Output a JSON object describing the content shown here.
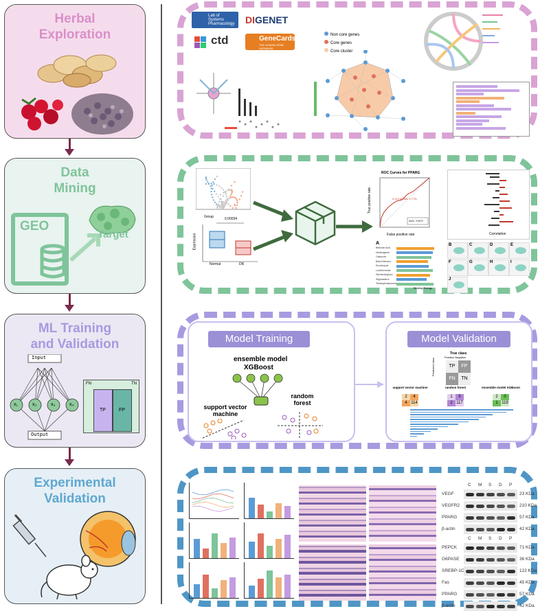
{
  "steps": {
    "herbal": {
      "line1": "Herbal",
      "line2": "Exploration"
    },
    "mining": {
      "line1": "Data",
      "line2": "Mining",
      "geo": "GEO",
      "target": "Target"
    },
    "ml": {
      "line1": "ML Training",
      "line2": "and Validation",
      "input": "Input",
      "output": "Output",
      "nodes": [
        "x₁",
        "x₂",
        "x₃",
        "x₄"
      ],
      "fn": "FN",
      "tn": "TN",
      "tp": "TP",
      "fp": "FP"
    },
    "exp": {
      "line1": "Experimental",
      "line2": "Validation"
    }
  },
  "panel1": {
    "db_logos": {
      "systems": "Lab of Systems Pharmacology",
      "disgenet_a": "DI",
      "disgenet_b": "GENET",
      "ctd": "ctd",
      "genecards": "GeneCards",
      "genecards_sub": "THE HUMAN GENE DATABASE"
    },
    "legend": [
      "Non core genes",
      "Core genes",
      "Core cluster"
    ]
  },
  "panel2": {
    "roc_title": "ROC Curves for PPARG",
    "roc_ylabel": "True positive rate",
    "roc_xlabel": "False positive rate",
    "roc_point": "0.113 (0.889, 0.773)",
    "auc": "AUC: 0.870",
    "pvalue": "0.00034",
    "box_groups": [
      "Normal",
      "DR"
    ],
    "box_ylabel": "Expression",
    "group_label": "Group",
    "corr_xlabel": "Correlation",
    "dock_xlabel": "Binding Energy",
    "dock_compounds": [
      "Betulinic Acid",
      "Hederagenin",
      "Catpuroin",
      "Beta-Elemene",
      "Emodinyuel",
      "Lucidumoside",
      "Salvianolegiusn",
      "Stigmasterol",
      "Tetrahydroalstonine"
    ],
    "letters": [
      "A",
      "B",
      "C",
      "D",
      "E",
      "F",
      "G",
      "H",
      "I",
      "J"
    ]
  },
  "panel3": {
    "training_title": "Model Training",
    "validation_title": "Model Validation",
    "ensemble": "ensemble model",
    "xgboost": "XGBoost",
    "svm": "support vector machine",
    "rf": "random forest",
    "true_class": "True class",
    "pos_neg": "Positive Negative",
    "predicted": "Predicted class",
    "tp": "TP",
    "fp": "FP",
    "fn": "FN",
    "tn": "TN",
    "cm_svm": {
      "name": "support vector machine",
      "cells": [
        "2",
        "4",
        "4",
        "114"
      ]
    },
    "cm_rf": {
      "name": "random forest",
      "cells": [
        "1",
        "5",
        "2",
        "117"
      ]
    },
    "cm_xgb": {
      "name": "ensemble model XGBoost",
      "cells": [
        "2",
        "0",
        "1",
        "119"
      ]
    }
  },
  "panel4": {
    "wb_top_cols": [
      "C",
      "M",
      "S",
      "D",
      "P"
    ],
    "wb_top": [
      {
        "name": "VEGF",
        "kda": "23 KDa"
      },
      {
        "name": "VEGFR2",
        "kda": "210 KDa"
      },
      {
        "name": "PPARG",
        "kda": "57 KDa"
      },
      {
        "name": "β-actin",
        "kda": "42 KDa"
      }
    ],
    "wb_bottom_cols": [
      "C",
      "M",
      "S",
      "D",
      "P"
    ],
    "wb_bottom": [
      {
        "name": "PEPCK",
        "kda": "71 KDa"
      },
      {
        "name": "G6PASE",
        "kda": "36 KDa"
      },
      {
        "name": "SREBP-1C",
        "kda": "122 KDa"
      },
      {
        "name": "Fas",
        "kda": "45 KDa"
      },
      {
        "name": "PPARG",
        "kda": "57 KDa"
      },
      {
        "name": "β-actin",
        "kda": "42 KDa"
      }
    ]
  },
  "colors": {
    "herbal": "#d9a3d4",
    "mining": "#7fc49a",
    "ml": "#a89ae0",
    "exp": "#5ea8d1",
    "arrow": "#7a2a4d",
    "panel4": "#4f96c6"
  }
}
